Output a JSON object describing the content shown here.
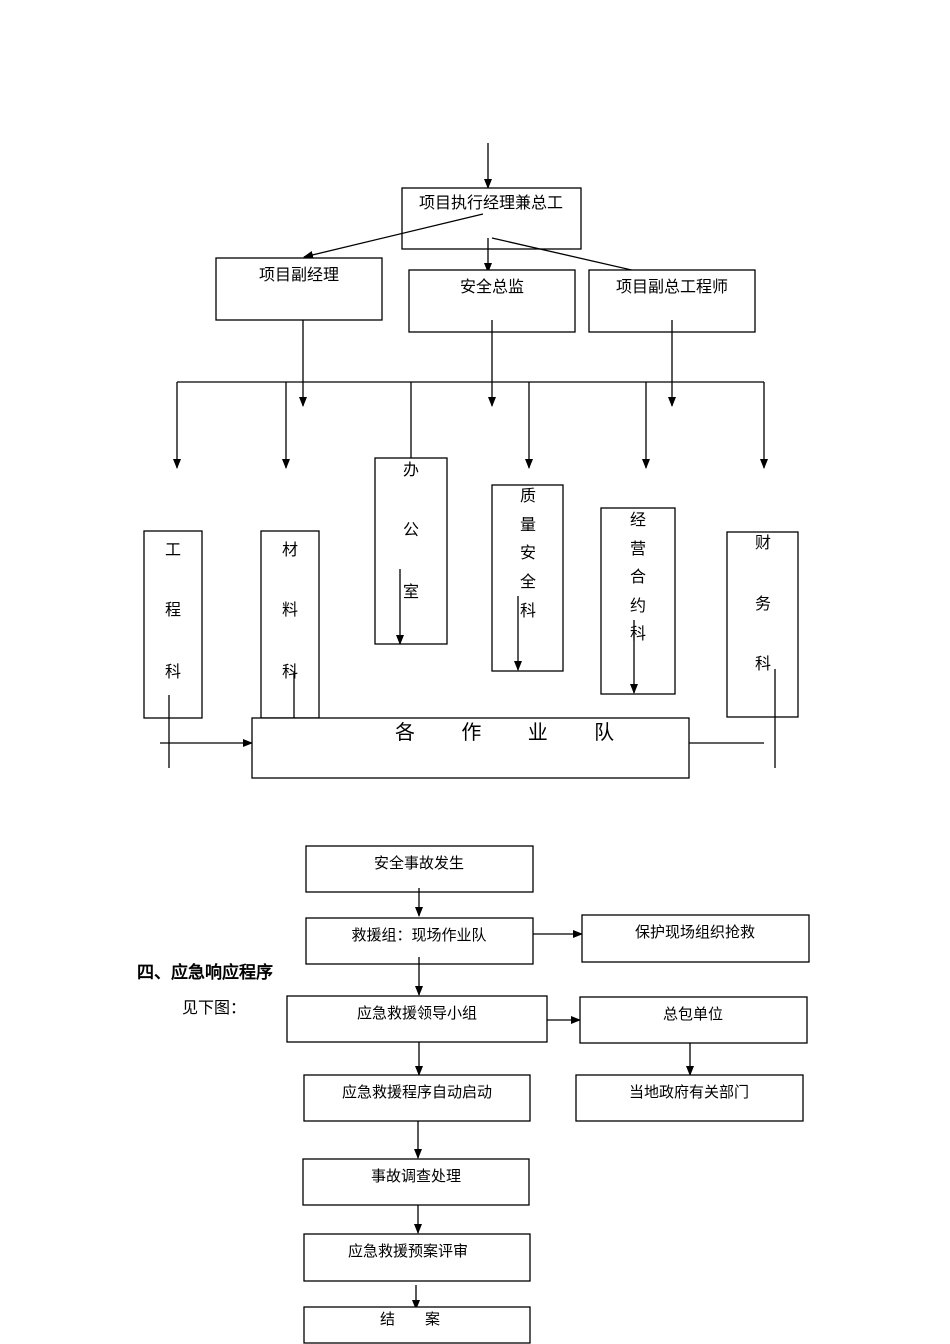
{
  "org_chart": {
    "top": "项目执行经理兼总工",
    "deputy_manager": "项目副经理",
    "safety_director": "安全总监",
    "deputy_chief_engineer": "项目副总工程师",
    "dept_engineering": [
      "工",
      "程",
      "科"
    ],
    "dept_materials": [
      "材",
      "料",
      "科"
    ],
    "dept_office": [
      "办",
      "公",
      "室"
    ],
    "dept_quality": [
      "质",
      "量",
      "安",
      "全",
      "科"
    ],
    "dept_business": [
      "经",
      "营",
      "合",
      "约",
      "科"
    ],
    "dept_finance": [
      "财",
      "务",
      "科"
    ],
    "work_teams": "各 作 业 队"
  },
  "section": {
    "heading": "四、应急响应程序",
    "subtext": "见下图："
  },
  "flowchart": {
    "accident": "安全事故发生",
    "rescue_team": "救援组：现场作业队",
    "protect_scene": "保护现场组织抢救",
    "leadership": "应急救援领导小组",
    "general_contractor": "总包单位",
    "auto_start": "应急救援程序自动启动",
    "local_gov": "当地政府有关部门",
    "investigation": "事故调查处理",
    "review": "应急救援预案评审",
    "close": "结　　案"
  }
}
